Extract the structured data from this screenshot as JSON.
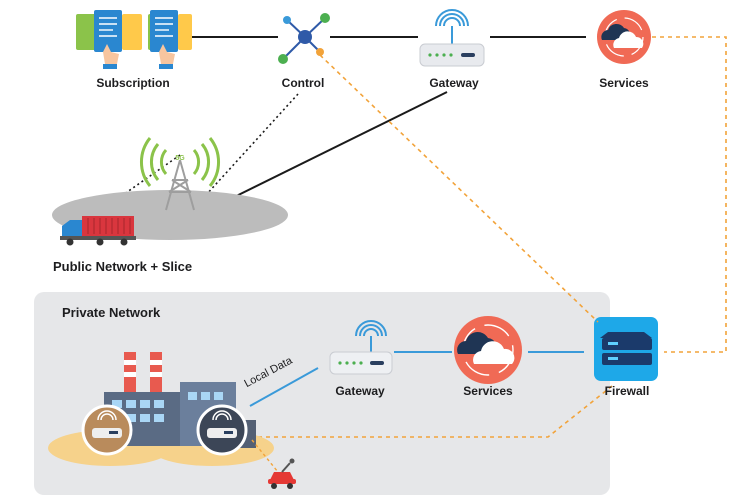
{
  "nodes": {
    "subscription": "Subscription",
    "control": "Control",
    "gateway_public": "Gateway",
    "services_public": "Services",
    "public_network": "Public Network + Slice",
    "private_network": "Private Network",
    "gateway_private": "Gateway",
    "services_private": "Services",
    "firewall": "Firewall"
  },
  "edge_labels": {
    "local_data": "Local Data",
    "tower_badge": "5G"
  },
  "colors": {
    "link": "#1b1b1b",
    "private_link": "#3a9ad9",
    "dashed": "#f2a33a",
    "services_circle": "#f06a55",
    "firewall_tile": "#1ea8e8",
    "region_bg": "#e6e7e9"
  }
}
